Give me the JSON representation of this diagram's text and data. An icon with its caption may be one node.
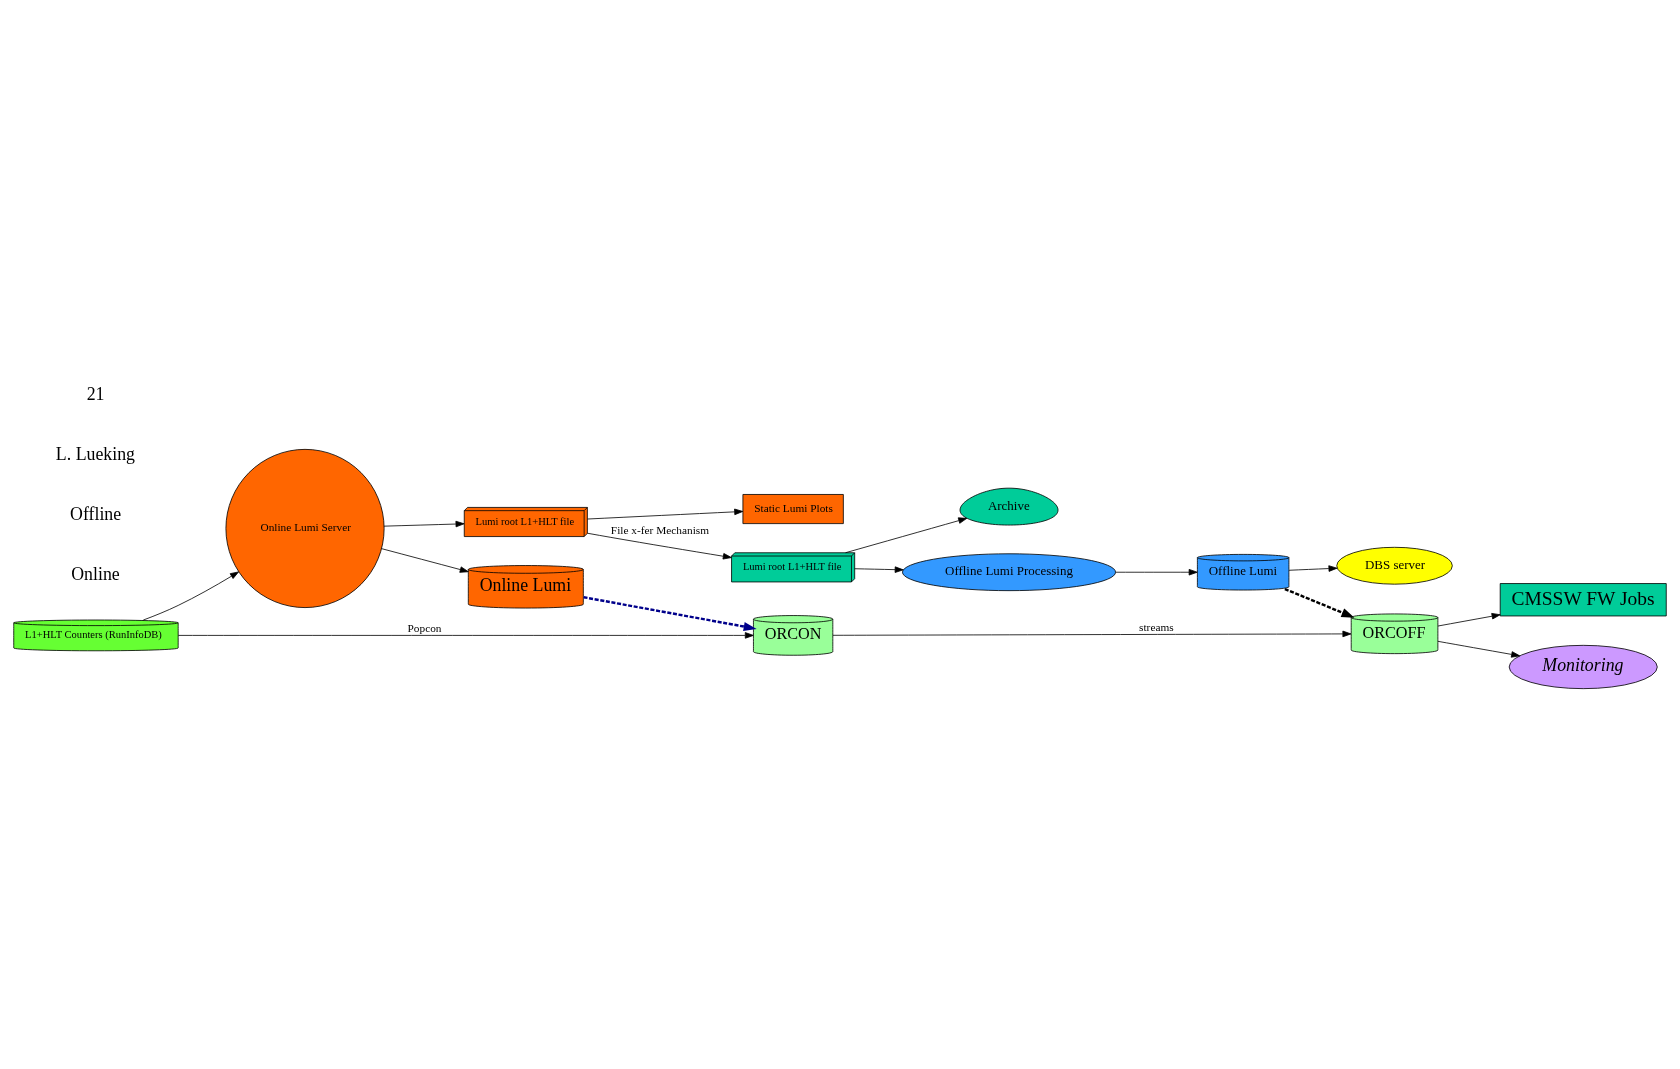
{
  "diagram": {
    "nodes": [
      {
        "text": [
          "Static Lumi Plots"
        ]
      },
      {
        "text": [
          "Online Lumi Server"
        ]
      },
      {
        "text": [
          "Lumi root L1+HLT file"
        ]
      },
      {
        "text": [
          "Online Lumi"
        ]
      },
      {
        "text": [
          "Archive"
        ]
      },
      {
        "text": [
          "Lumi root L1+HLT file"
        ]
      },
      {
        "text": [
          "Offline Lumi Processing"
        ]
      },
      {
        "text": [
          "Offline Lumi"
        ]
      },
      {
        "text": [
          "DBS server"
        ]
      },
      {
        "text": [
          "L1+HLT Counters (RunInfoDB)"
        ]
      },
      {
        "text": [
          "ORCON"
        ]
      },
      {
        "text": [
          "ORCOFF"
        ]
      },
      {
        "text": [
          "CMSSW FW Jobs"
        ]
      },
      {
        "text": [
          "Monitoring"
        ]
      }
    ],
    "edges": [
      {
        "from": 2,
        "to": 0,
        "arrow": "to"
      },
      {
        "from": 1,
        "to": 2,
        "arrow": "to"
      },
      {
        "from": 1,
        "to": 3,
        "arrow": "to"
      },
      {
        "from": 9,
        "to": 1,
        "arrow": "to"
      },
      {
        "from": 2,
        "to": 5,
        "arrow": "to",
        "label": "File x-fer Mechanism"
      },
      {
        "from": 5,
        "to": 4,
        "arrow": "to"
      },
      {
        "from": 5,
        "to": 6,
        "arrow": "to"
      },
      {
        "from": 6,
        "to": 7,
        "arrow": "to"
      },
      {
        "from": 7,
        "to": 8,
        "arrow": "to"
      },
      {
        "from": 3,
        "to": 10,
        "arrow": "to",
        "style": "dashed",
        "color": "#00008b"
      },
      {
        "from": 7,
        "to": 11,
        "arrow": "to",
        "style": "dashed"
      },
      {
        "from": 9,
        "to": 10,
        "arrow": "to",
        "label": "Popcon"
      },
      {
        "from": 10,
        "to": 11,
        "arrow": "to",
        "label": "streams"
      },
      {
        "from": 11,
        "to": 12,
        "arrow": "to"
      },
      {
        "from": 11,
        "to": 13,
        "arrow": "to"
      }
    ],
    "labels": [
      "Online",
      "Offline",
      "L. Lueking",
      "21"
    ]
  }
}
